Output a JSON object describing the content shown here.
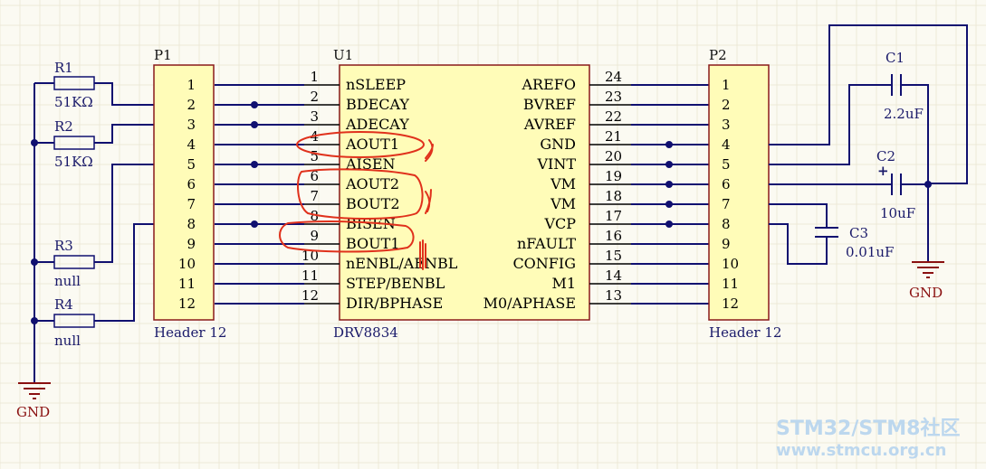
{
  "p1": {
    "designator": "P1",
    "type": "Header 12",
    "pins": [
      "1",
      "2",
      "3",
      "4",
      "5",
      "6",
      "7",
      "8",
      "9",
      "10",
      "11",
      "12"
    ]
  },
  "p2": {
    "designator": "P2",
    "type": "Header 12",
    "pins": [
      "1",
      "2",
      "3",
      "4",
      "5",
      "6",
      "7",
      "8",
      "9",
      "10",
      "11",
      "12"
    ]
  },
  "u1": {
    "designator": "U1",
    "part": "DRV8834",
    "left_pins": [
      {
        "num": "1",
        "name": "nSLEEP"
      },
      {
        "num": "2",
        "name": "BDECAY"
      },
      {
        "num": "3",
        "name": "ADECAY"
      },
      {
        "num": "4",
        "name": "AOUT1"
      },
      {
        "num": "5",
        "name": "AISEN"
      },
      {
        "num": "6",
        "name": "AOUT2"
      },
      {
        "num": "7",
        "name": "BOUT2"
      },
      {
        "num": "8",
        "name": "BISEN"
      },
      {
        "num": "9",
        "name": "BOUT1"
      },
      {
        "num": "10",
        "name": "nENBL/AENBL"
      },
      {
        "num": "11",
        "name": "STEP/BENBL"
      },
      {
        "num": "12",
        "name": "DIR/BPHASE"
      }
    ],
    "right_pins": [
      {
        "num": "24",
        "name": "AREFO"
      },
      {
        "num": "23",
        "name": "BVREF"
      },
      {
        "num": "22",
        "name": "AVREF"
      },
      {
        "num": "21",
        "name": "GND"
      },
      {
        "num": "20",
        "name": "VINT"
      },
      {
        "num": "19",
        "name": "VM"
      },
      {
        "num": "18",
        "name": "VM"
      },
      {
        "num": "17",
        "name": "VCP"
      },
      {
        "num": "16",
        "name": "nFAULT"
      },
      {
        "num": "15",
        "name": "CONFIG"
      },
      {
        "num": "14",
        "name": "M1"
      },
      {
        "num": "13",
        "name": "M0/APHASE"
      }
    ]
  },
  "resistors": [
    {
      "designator": "R1",
      "value": "51KΩ"
    },
    {
      "designator": "R2",
      "value": "51KΩ"
    },
    {
      "designator": "R3",
      "value": "null"
    },
    {
      "designator": "R4",
      "value": "null"
    }
  ],
  "capacitors": [
    {
      "designator": "C1",
      "value": "2.2uF"
    },
    {
      "designator": "C2",
      "value": "10uF"
    },
    {
      "designator": "C3",
      "value": "0.01uF"
    }
  ],
  "c2_polarity": "+",
  "gnd_left": "GND",
  "gnd_right": "GND",
  "watermark": {
    "line1": "STM32/STM8社区",
    "line2": "www.stmcu.org.cn"
  },
  "colors": {
    "wire": "#101070",
    "component_border": "#8a1a1a",
    "component_fill": "#fffcb8",
    "annotation": "#e0311c",
    "ground": "#8a1010"
  }
}
